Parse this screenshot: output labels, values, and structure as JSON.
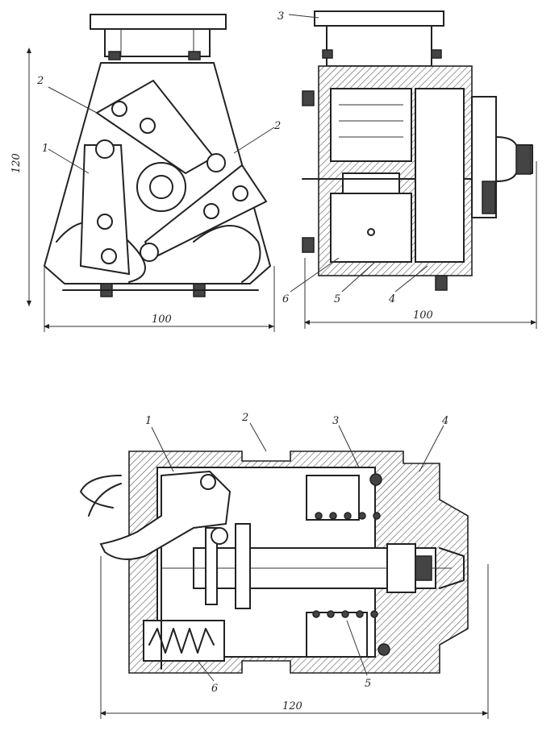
{
  "top_left": {
    "labels": {
      "a": "2",
      "b": "1",
      "c": "2"
    },
    "dim_width": "100",
    "dim_height": "120"
  },
  "top_right": {
    "labels": {
      "a": "3",
      "b": "6",
      "c": "5",
      "d": "4"
    },
    "dim_width": "100"
  },
  "bottom": {
    "labels": {
      "a": "1",
      "b": "2",
      "c": "3",
      "d": "4",
      "e": "5",
      "f": "6"
    },
    "dim_width": "120"
  }
}
